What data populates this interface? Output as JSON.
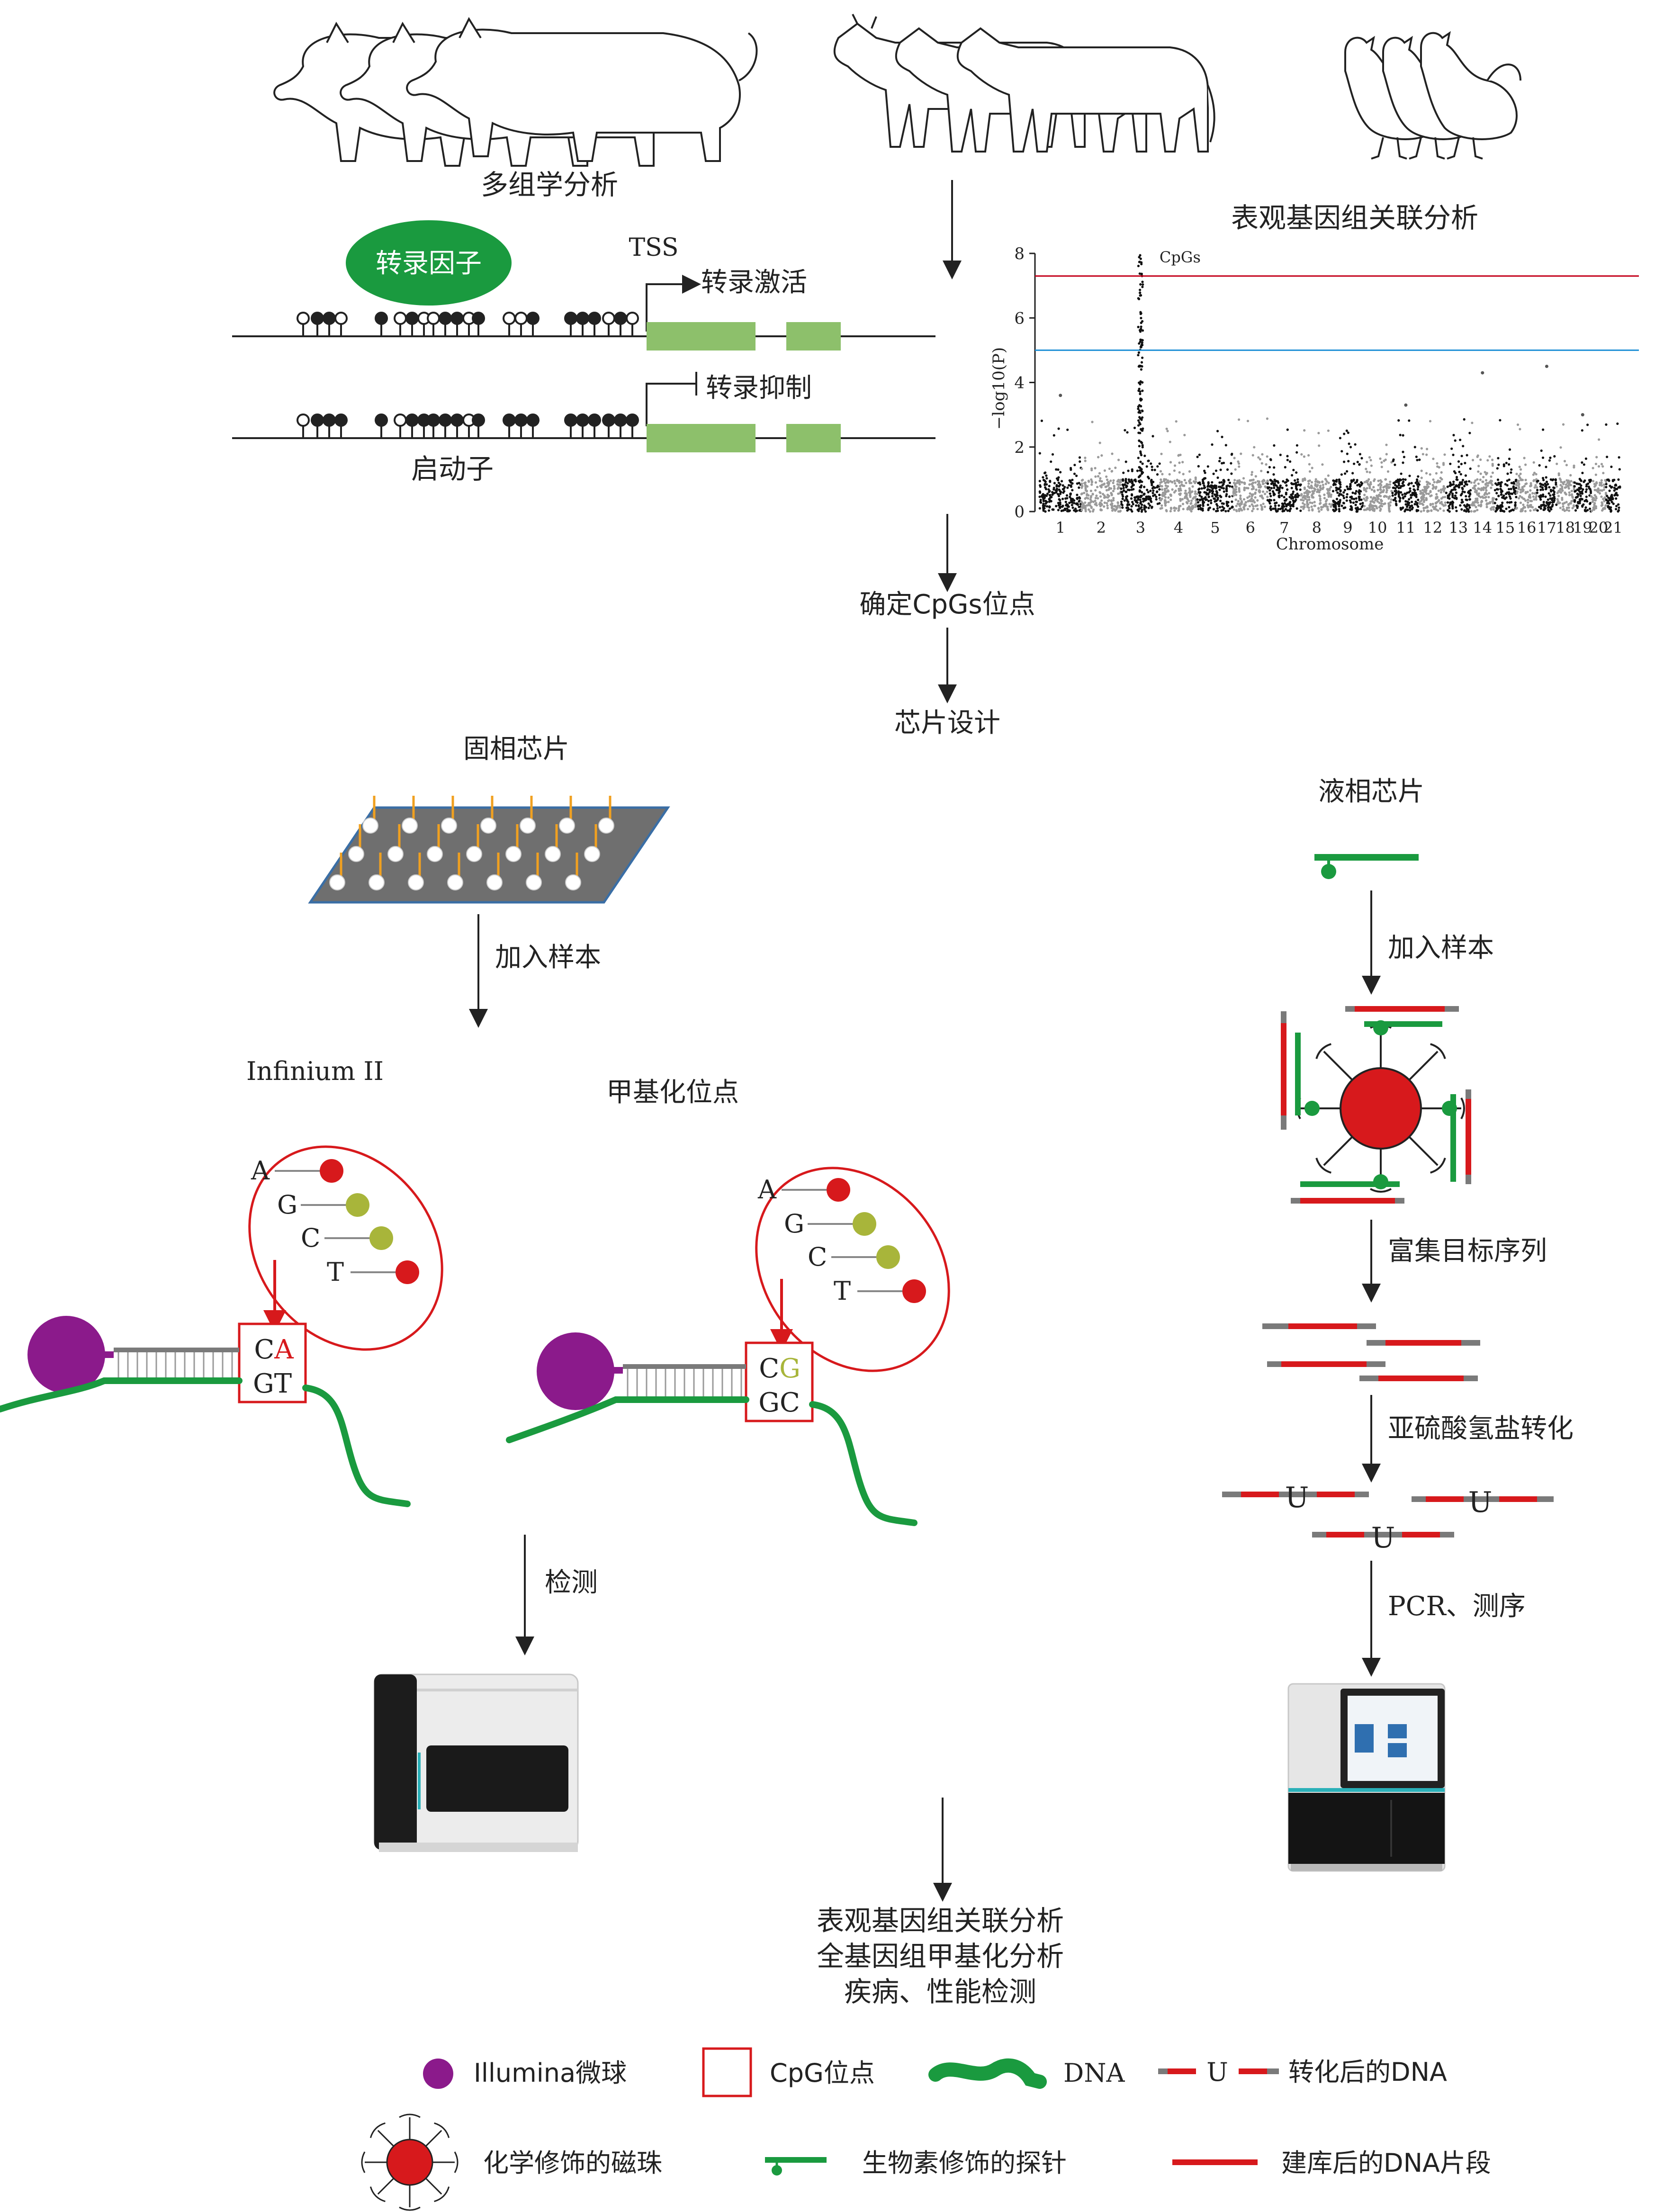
{
  "colors": {
    "red": "#d7191c",
    "green": "#1a9a3f",
    "light_green": "#8dc06b",
    "purple": "#8b1a8b",
    "gray": "#7a7a7a",
    "threshold_red": "#c4001a",
    "threshold_blue": "#1e8fd6",
    "olive": "#a8b53a"
  },
  "labels": {
    "multi_omics": "多组学分析",
    "tf": "转录因子",
    "tss": "TSS",
    "activation": "转录激活",
    "repression": "转录抑制",
    "promoter": "启动子",
    "ewas_title": "表观基因组关联分析",
    "determine_cpg": "确定CpGs位点",
    "chip_design": "芯片设计",
    "solid_chip": "固相芯片",
    "liquid_chip": "液相芯片",
    "add_sample_left": "加入样本",
    "add_sample_right": "加入样本",
    "infinium": "Infinium II",
    "meth_site": "甲基化位点",
    "enrich": "富集目标序列",
    "bisulfite": "亚硫酸氢盐转化",
    "pcr_seq": "PCR、测序",
    "detect": "检测",
    "out1": "表观基因组关联分析",
    "out2": "全基因组甲基化分析",
    "out3": "疾病、性能检测"
  },
  "probe_left": {
    "bases": [
      "A",
      "G",
      "C",
      "T"
    ],
    "box_top": "C",
    "box_top_hl": "A",
    "box_bottom": "GT"
  },
  "probe_right": {
    "bases": [
      "A",
      "G",
      "C",
      "T"
    ],
    "box_top": "C",
    "box_top_hl": "G",
    "box_bottom": "GC"
  },
  "u_label": "U",
  "legend": {
    "bead": "Illumina微球",
    "cpg": "CpG位点",
    "dna": "DNA",
    "u_mark": "U",
    "converted": "转化后的DNA",
    "magbead": "化学修饰的磁珠",
    "probe": "生物素修饰的探针",
    "fragment": "建库后的DNA片段"
  },
  "chart_data": {
    "type": "scatter",
    "title": "表观基因组关联分析",
    "xlabel": "Chromosome",
    "ylabel": "−log10(P)",
    "ylim": [
      0,
      8
    ],
    "yticks": [
      0,
      2,
      4,
      6,
      8
    ],
    "categories": [
      "1",
      "2",
      "3",
      "4",
      "5",
      "6",
      "7",
      "8",
      "9",
      "10",
      "11",
      "12",
      "13",
      "14",
      "15",
      "16",
      "17",
      "18",
      "19",
      "20",
      "21"
    ],
    "thresholds": [
      {
        "value": 7.3,
        "color": "red"
      },
      {
        "value": 5.0,
        "color": "blue"
      }
    ],
    "annotation": {
      "text": "CpGs",
      "chromosome": "3",
      "value": 7.5
    },
    "peaks": [
      {
        "chromosome": "3",
        "value": 8.1
      },
      {
        "chromosome": "1",
        "value": 3.6
      },
      {
        "chromosome": "14",
        "value": 4.3
      },
      {
        "chromosome": "17",
        "value": 4.5
      },
      {
        "chromosome": "19",
        "value": 3.0
      },
      {
        "chromosome": "11",
        "value": 3.3
      }
    ],
    "grid": false
  }
}
